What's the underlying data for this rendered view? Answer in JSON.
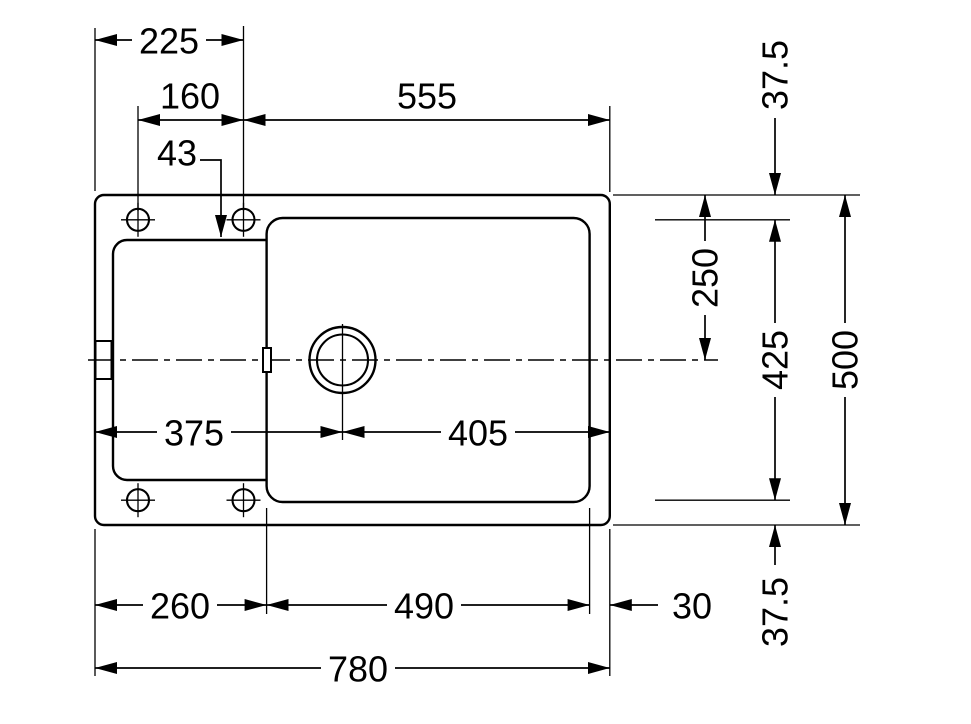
{
  "page": {
    "background_color": "#ffffff",
    "line_color": "#000000"
  },
  "drawing": {
    "kind": "technical-dimension-drawing",
    "subject": "sink-top-view",
    "dimensions": {
      "d225": "225",
      "d160": "160",
      "d555": "555",
      "d43": "43",
      "d37_5_top": "37.5",
      "d250": "250",
      "d425": "425",
      "d500": "500",
      "d37_5_bottom": "37.5",
      "d375": "375",
      "d405": "405",
      "d260": "260",
      "d490": "490",
      "d30": "30",
      "d780": "780"
    }
  }
}
